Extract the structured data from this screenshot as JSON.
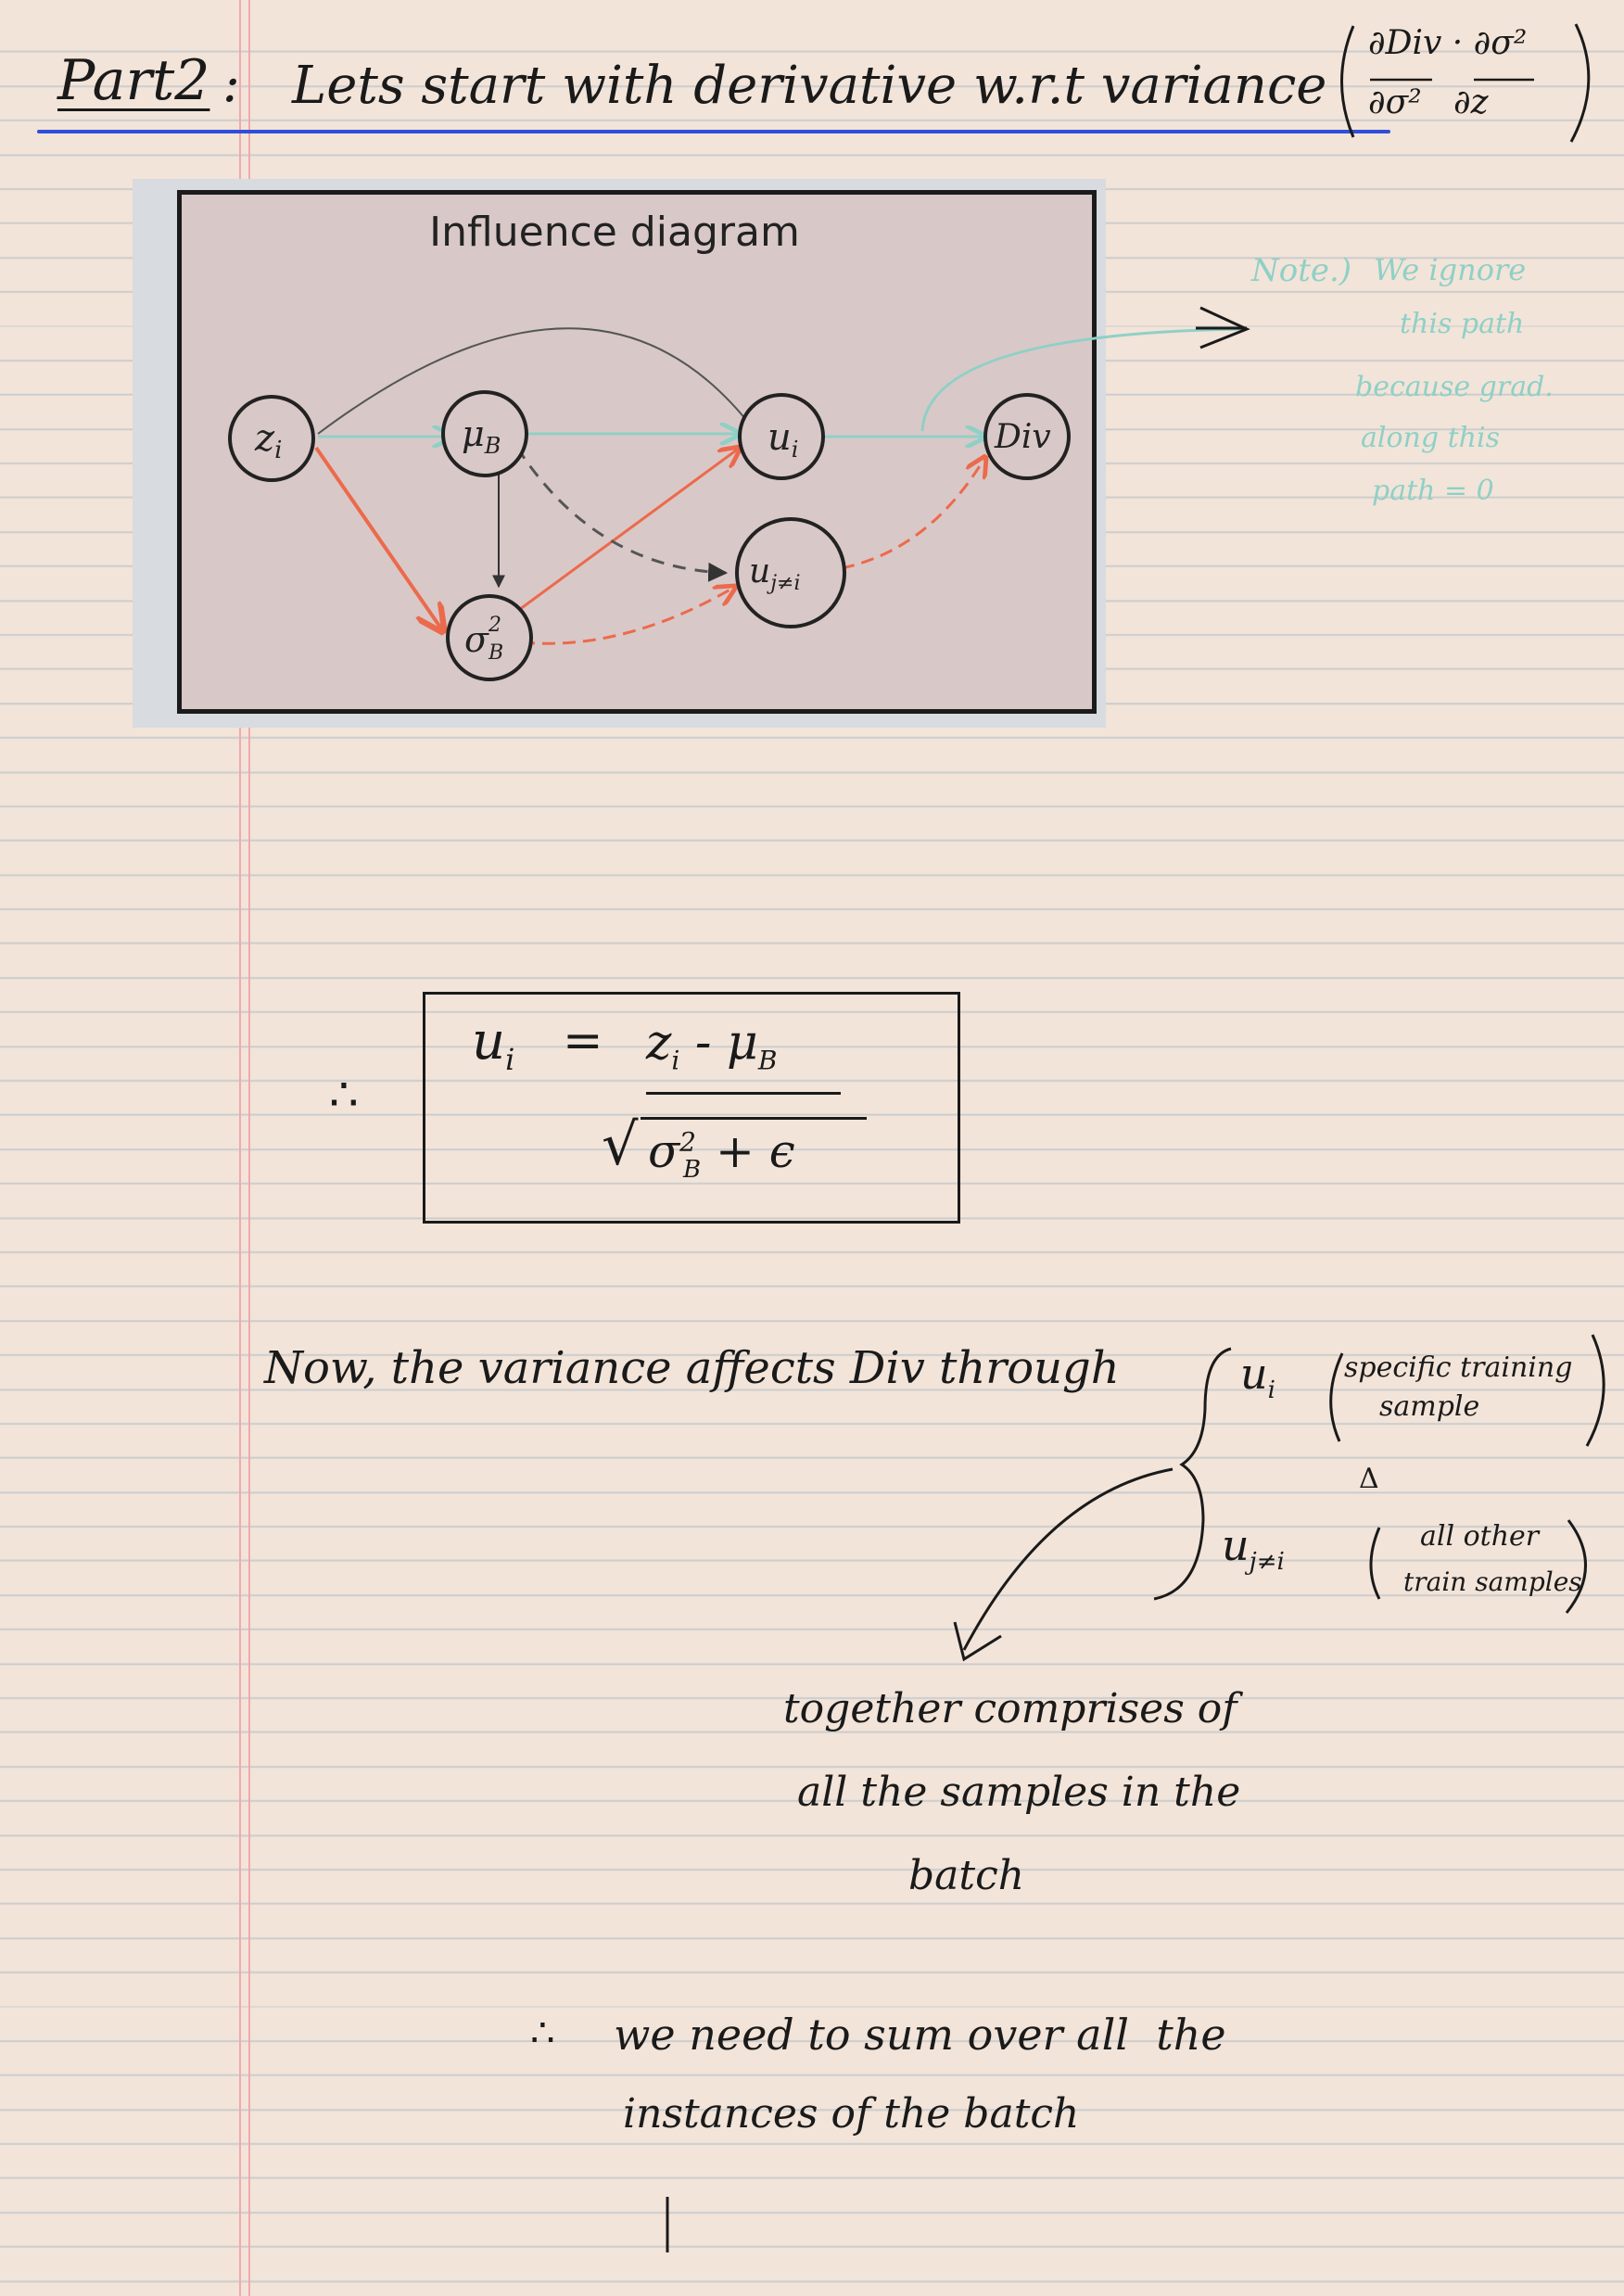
{
  "title": {
    "part": "Part2",
    "colon": ":",
    "text": "Lets start with derivative w.r.t variance",
    "paren_top": "∂Div · ∂σ²",
    "paren_bottom": "∂σ²   ∂z"
  },
  "diagram": {
    "heading": "Influence diagram",
    "nodes": {
      "z": "z",
      "z_sub": "i",
      "mu": "μ",
      "mu_sub": "B",
      "sigma": "σ",
      "sigma_sup": "2",
      "sigma_sub": "B",
      "u": "u",
      "u_sub": "i",
      "uj": "u",
      "uj_sub": "j≠i",
      "div": "Div"
    },
    "colors": {
      "orange_path": "#ec6a4c",
      "teal_path": "#8fd0c6",
      "dark_path": "#4a4a4a"
    }
  },
  "note": {
    "label": "Note.)",
    "line1": "We ignore",
    "line2": "this path",
    "line3": "because grad.",
    "line4": "along this",
    "line5": "path = 0"
  },
  "formula": {
    "therefore": "∴",
    "lhs": "u",
    "lhs_sub": "i",
    "equals": "=",
    "numerator": "z",
    "numerator_sub": "i",
    "numerator_rest": "- μ",
    "numerator_rest_sub": "B",
    "denominator_root": "√",
    "denominator": "σ",
    "denominator_sub": "B",
    "denominator_sup": "2",
    "denominator_rest": "+ ϵ"
  },
  "explanation": {
    "sentence": "Now, the variance affects Div through",
    "branch1": "u",
    "branch1_sub": "i",
    "branch1_note1": "specific training",
    "branch1_note2": "sample",
    "triangle": "Δ",
    "branch2": "u",
    "branch2_sub": "j≠i",
    "branch2_note1": "all other",
    "branch2_note2": "train samples",
    "together1": "together comprises of",
    "together2": "all the samples in the",
    "together3": "batch",
    "conclusion_therefore": "∴",
    "conclusion1": "we need to sum over all  the",
    "conclusion2": "instances of the batch"
  }
}
